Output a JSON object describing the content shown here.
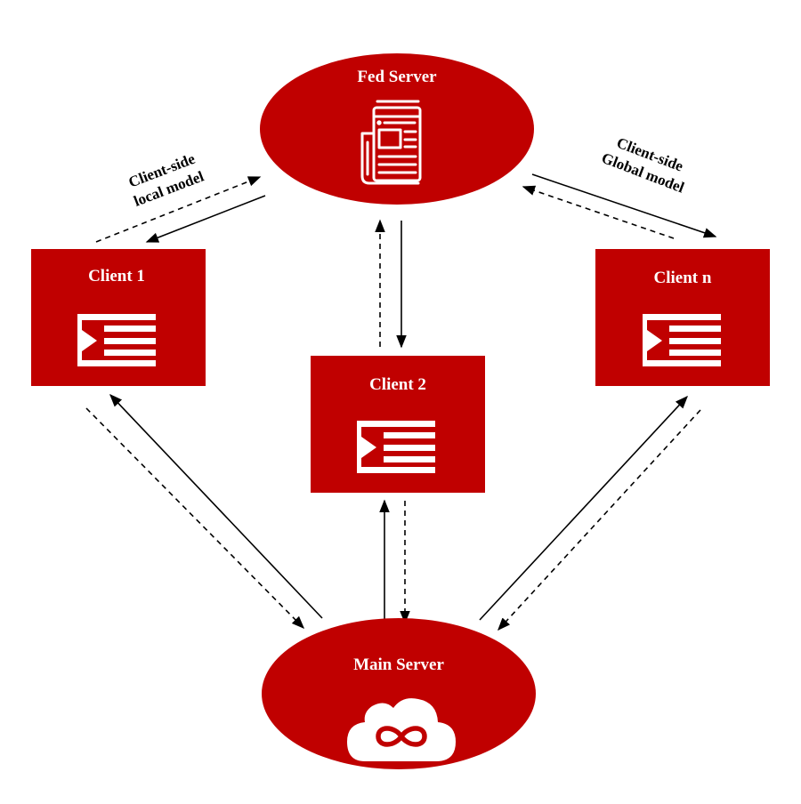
{
  "colors": {
    "node_fill": "#c00000",
    "icon": "#ffffff",
    "arrow": "#000000"
  },
  "nodes": {
    "fed_server": {
      "title": "Fed Server",
      "icon": "newspaper-icon"
    },
    "client_1": {
      "title": "Client 1",
      "icon": "list-play-icon"
    },
    "client_2": {
      "title": "Client 2",
      "icon": "list-play-icon"
    },
    "client_n": {
      "title": "Client n",
      "icon": "list-play-icon"
    },
    "main_server": {
      "title": "Main Server",
      "icon": "cloud-infinity-icon"
    }
  },
  "edge_labels": {
    "left": {
      "line1": "Client-side",
      "line2": "local model"
    },
    "right": {
      "line1": "Client-side",
      "line2": "Global model"
    }
  }
}
